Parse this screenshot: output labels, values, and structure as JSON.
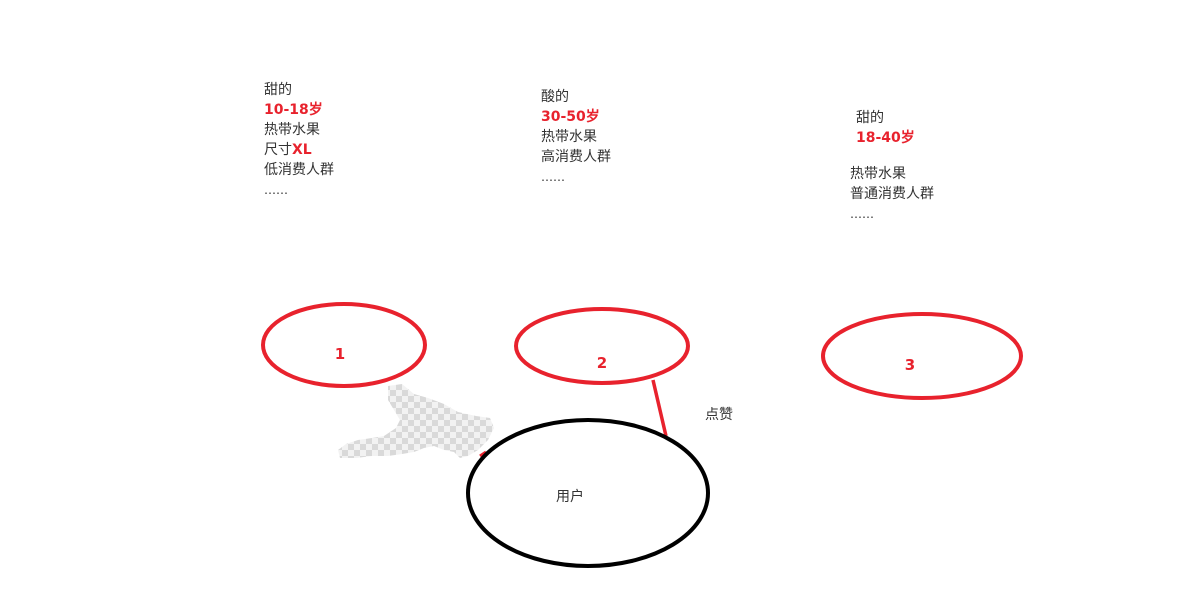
{
  "items": [
    {
      "number": "1",
      "taste": "甜的",
      "age": "10-18岁",
      "category": "热带水果",
      "size_prefix": "尺寸",
      "size_value": "XL",
      "group": "低消费人群",
      "more": "……"
    },
    {
      "number": "2",
      "taste": "酸的",
      "age": "30-50岁",
      "category": "热带水果",
      "group": "高消费人群",
      "more": "……"
    },
    {
      "number": "3",
      "taste": "甜的",
      "age": "18-40岁",
      "category": "热带水果",
      "group": "普通消费人群",
      "more": "……"
    }
  ],
  "user_label": "用户",
  "edge_label": "点赞",
  "colors": {
    "accent": "#e8222d",
    "user_outline": "#000000",
    "text": "#333333"
  }
}
